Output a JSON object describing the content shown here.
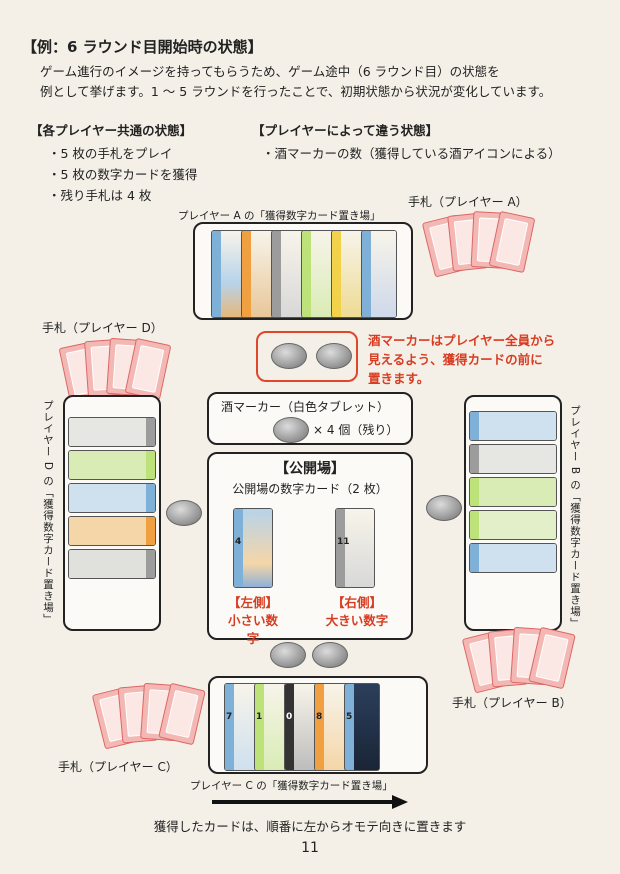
{
  "header": {
    "title": "【例：6 ラウンド目開始時の状態】",
    "intro_line1": "ゲーム進行のイメージを持ってもらうため、ゲーム途中（6 ラウンド目）の状態を",
    "intro_line2": "例として挙げます。1 〜 5 ラウンドを行ったことで、初期状態から状況が変化しています。"
  },
  "common": {
    "heading": "【各プレイヤー共通の状態】",
    "items": [
      "・5 枚の手札をプレイ",
      "・5 枚の数字カードを獲得",
      "・残り手札は 4 枚"
    ]
  },
  "differ": {
    "heading": "【プレイヤーによって違う状態】",
    "items": [
      "・酒マーカーの数（獲得している酒アイコンによる）"
    ]
  },
  "players": {
    "a_area": "プレイヤー A の「獲得数字カード置き場」",
    "a_hand": "手札（プレイヤー A）",
    "b_area": "プレイヤー B の「獲得数字カード置き場」",
    "b_hand": "手札（プレイヤー B）",
    "c_area": "プレイヤー C の「獲得数字カード置き場」",
    "c_hand": "手札（プレイヤー C）",
    "d_area": "プレイヤー D の「獲得数字カード置き場」",
    "d_hand": "手札（プレイヤー D）"
  },
  "callout": {
    "line1": "酒マーカーはプレイヤー全員から",
    "line2": "見えるよう、獲得カードの前に",
    "line3": "置きます。"
  },
  "pool": {
    "label": "酒マーカー（白色タブレット）",
    "count": "× 4 個（残り）"
  },
  "public": {
    "title": "【公開場】",
    "subtitle": "公開場の数字カード（2 枚）",
    "left_tag": "【左側】",
    "left_desc": "小さい数字",
    "right_tag": "【右側】",
    "right_desc": "大きい数字",
    "left_card_num": "4",
    "right_card_num": "11"
  },
  "c_cards": [
    "7",
    "1",
    "0",
    "8",
    "5"
  ],
  "footer": {
    "note": "獲得したカードは、順番に左からオモテ向きに置きます",
    "page_number": "11"
  },
  "colors": {
    "accent_red": "#d83c22",
    "hand_pink": "#f3b8b4"
  }
}
